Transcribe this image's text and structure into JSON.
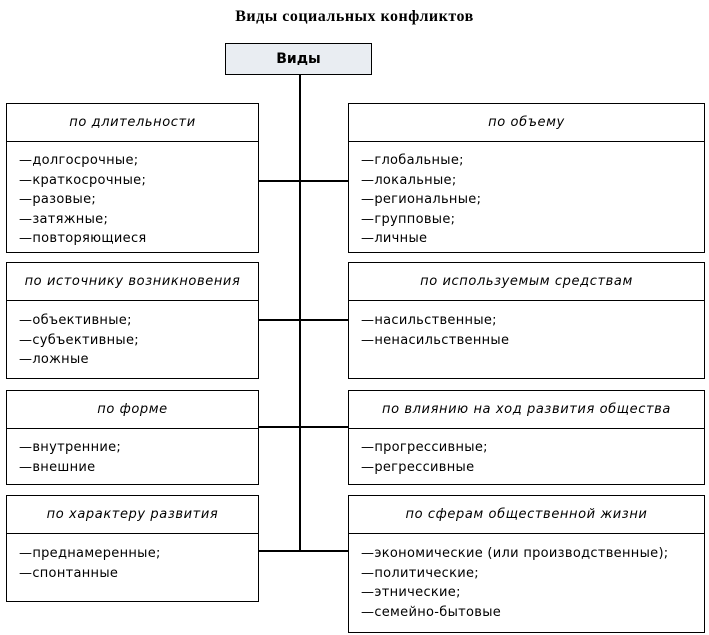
{
  "title": "Виды социальных конфликтов",
  "root": "Виды",
  "left": [
    {
      "heading": "по длительности",
      "items": [
        "долгосрочные;",
        "краткосрочные;",
        "разовые;",
        "затяжные;",
        "повторяющиеся"
      ]
    },
    {
      "heading": "по источнику возникновения",
      "items": [
        "объективные;",
        "субъективные;",
        "ложные"
      ]
    },
    {
      "heading": "по форме",
      "items": [
        "внутренние;",
        "внешние"
      ]
    },
    {
      "heading": "по характеру развития",
      "items": [
        "преднамеренные;",
        "спонтанные"
      ]
    }
  ],
  "right": [
    {
      "heading": "по объему",
      "items": [
        "глобальные;",
        "локальные;",
        "региональные;",
        "групповые;",
        "личные"
      ]
    },
    {
      "heading": "по используемым средствам",
      "items": [
        "насильственные;",
        "ненасильственные"
      ]
    },
    {
      "heading": "по влиянию на ход развития общества",
      "items": [
        "прогрессивные;",
        "регрессивные"
      ]
    },
    {
      "heading": "по сферам общественной жизни",
      "items": [
        "экономические (или производственные);",
        "политические;",
        "этнические;",
        "семейно-бытовые"
      ]
    }
  ]
}
